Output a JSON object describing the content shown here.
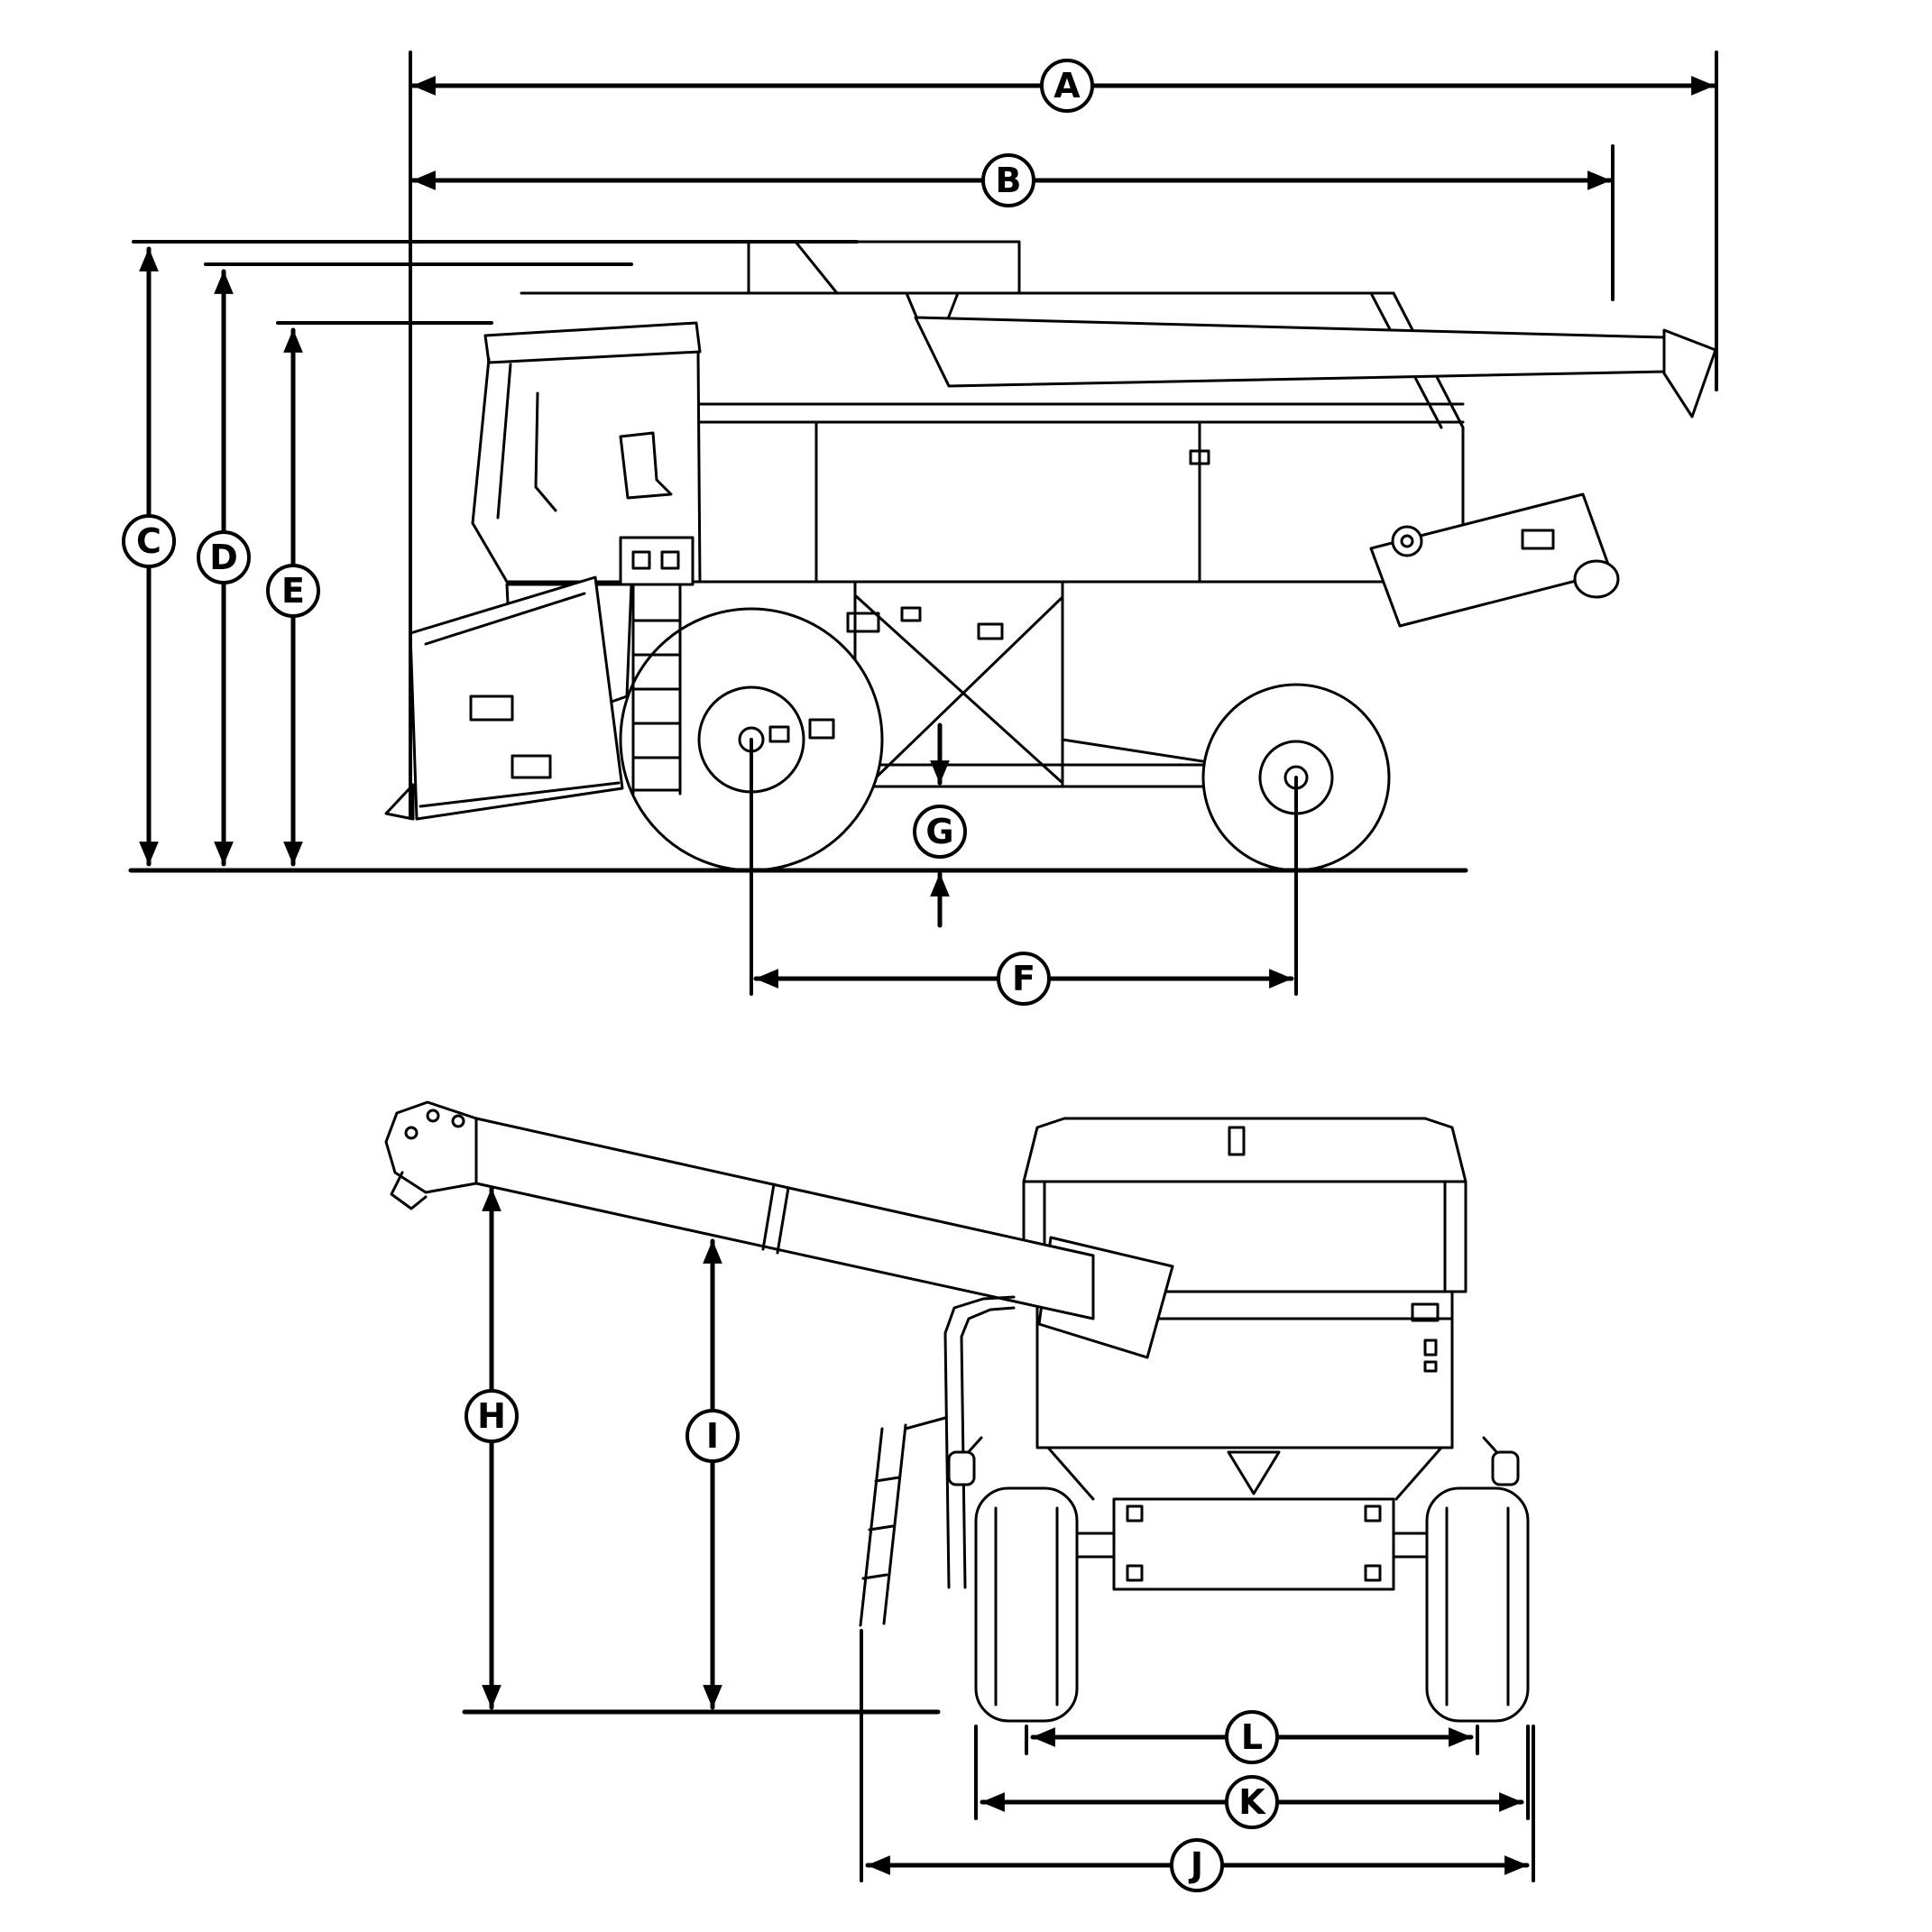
{
  "colors": {
    "ink": "#000000",
    "background": "#ffffff"
  },
  "dimension_labels": {
    "a": "A",
    "b": "B",
    "c": "C",
    "d": "D",
    "e": "E",
    "f": "F",
    "g": "G",
    "h": "H",
    "i": "I",
    "j": "J",
    "k": "K",
    "l": "L"
  }
}
